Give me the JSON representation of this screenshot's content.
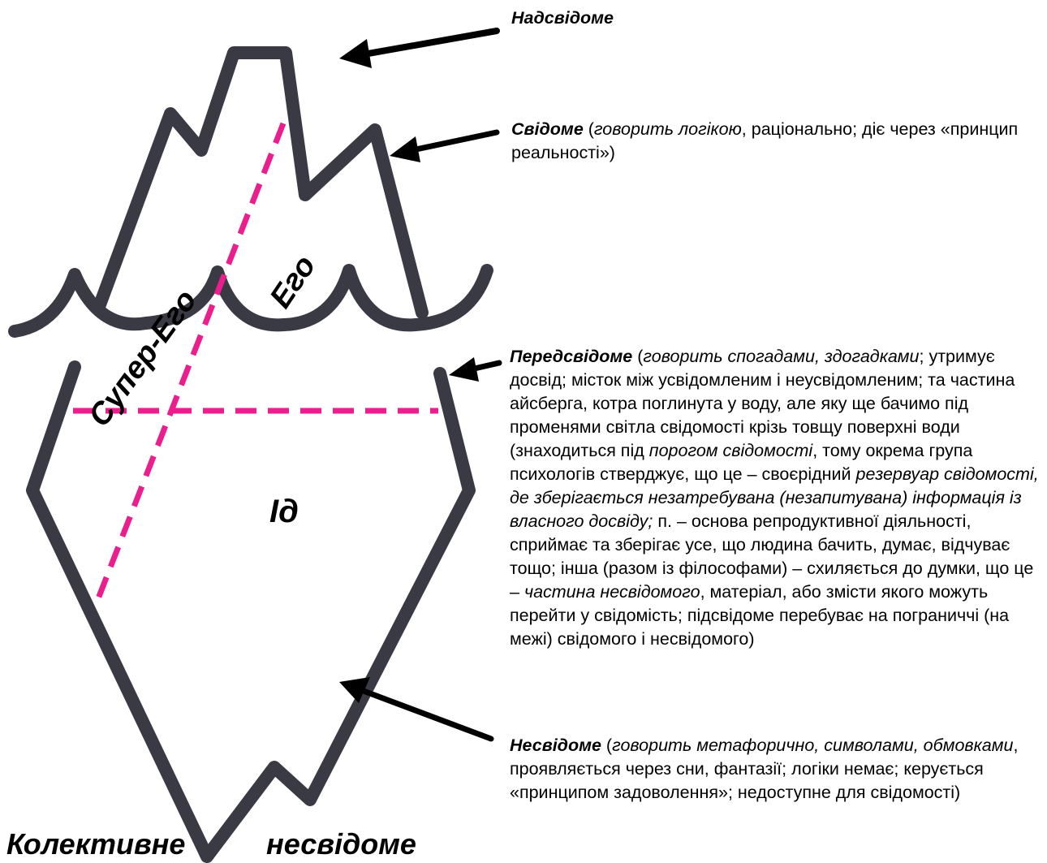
{
  "colors": {
    "iceberg": "#3a3a44",
    "dashed": "#ea1e8c",
    "arrow": "#000000",
    "text": "#000000"
  },
  "labels": {
    "super_ego": "Супер-Его",
    "ego": "Его",
    "id": "Ід",
    "collective_word1": "Колективне",
    "collective_word2": "несвідоме"
  },
  "descriptions": {
    "superconscious": {
      "title": "Надсвідоме"
    },
    "conscious": {
      "title": "Свідоме",
      "p1": " (",
      "i1": "говорить логікою",
      "p2": ", раціонально; діє через «принцип реальності»)"
    },
    "preconscious": {
      "title": "Передсвідоме",
      "p1": " (",
      "i1": "говорить спогадами, здогадками",
      "p2": "; утримує досвід; місток між усвідомленим і неусвідомленим; та частина айсберга, котра поглинута у воду, але яку ще бачимо під променями світла свідомості крізь товщу поверхні води (знаходиться під ",
      "i2": "порогом свідомості",
      "p3": ", тому окрема група психологів стверджує, що це – своєрідний ",
      "i3": "резервуар свідомості, де зберігається незатребувана (незапитувана) інформація із власного досвіду;",
      "p4": " п. – основа репродуктивної діяльності, сприймає та зберігає усе, що людина бачить, думає, відчуває тощо; інша (разом із філософами) – схиляється до думки, що це – ",
      "i4": "частина несвідомого",
      "p5": ", матеріал, або змісти  якого можуть перейти у свідомість; підсвідоме перебуває на пограниччі (на межі) свідомого і несвідомого)"
    },
    "unconscious": {
      "title": "Несвідоме",
      "p1": " (",
      "i1": "говорить метафорично, символами, обмовками",
      "p2": ", проявляється через сни, фантазії; логіки немає; керується «принципом задоволення»; недоступне для свідомості)"
    }
  }
}
